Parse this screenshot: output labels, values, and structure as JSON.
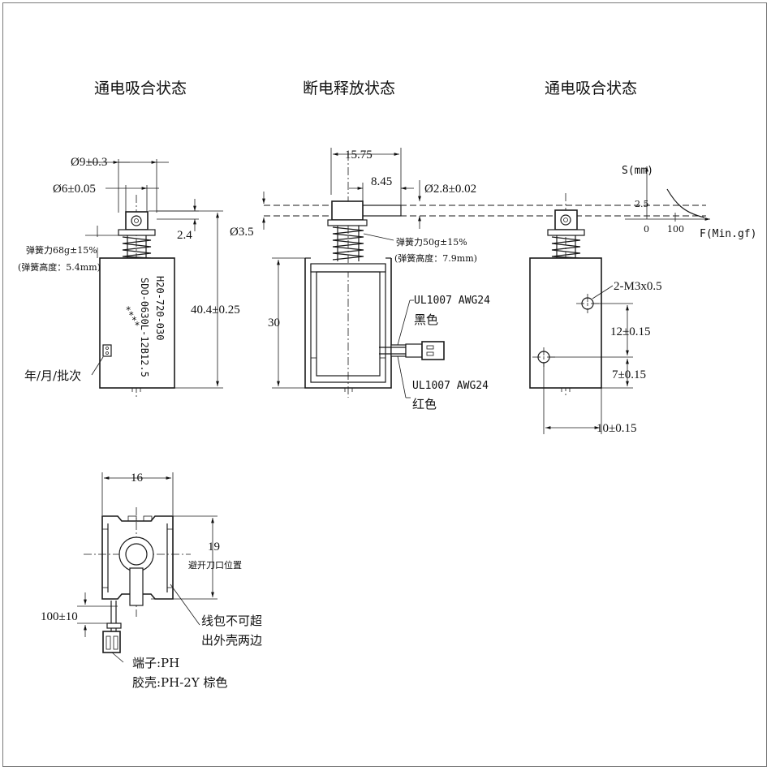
{
  "titles": {
    "left": "通电吸合状态",
    "center": "断电释放状态",
    "right": "通电吸合状态"
  },
  "left_view": {
    "dia_outer": "Ø9±0.3",
    "dia_inner": "Ø6±0.05",
    "dim_stroke": "2.4",
    "dim_length": "40.4±0.25",
    "spring_force": "弹簧力68g±15%",
    "spring_height": "(弹簧高度：5.4mm)",
    "label_line1": "H20-720-030",
    "label_line2": "SDO-0630L-12B12.5",
    "label_stars": "****",
    "date_batch": "年/月/批次"
  },
  "center_view": {
    "dim_top": "15.75",
    "dim_mid": "8.45",
    "dia_pin": "Ø2.8±0.02",
    "dia_plunger": "Ø3.5",
    "dim_height": "30",
    "spring_force": "弹簧力50g±15%",
    "spring_height": "(弹簧高度：7.9mm)",
    "wire_top": "UL1007 AWG24",
    "wire_top_color": "黑色",
    "wire_bottom": "UL1007 AWG24",
    "wire_bottom_color": "红色"
  },
  "right_view": {
    "graph_y": "S(mm)",
    "graph_x": "F(Min.gf)",
    "tick_25": "2.5",
    "tick_0": "0",
    "tick_100": "100",
    "holes": "2-M3x0.5",
    "dim_12": "12±0.15",
    "dim_7": "7±0.15",
    "dim_10": "10±0.15"
  },
  "bottom_view": {
    "dim_width": "16",
    "dim_19": "19",
    "groove_note": "避开刀口位置",
    "dim_wire": "100±10",
    "coil_note_1": "线包不可超",
    "coil_note_2": "出外壳两边",
    "terminal": "端子:PH",
    "housing": "胶壳:PH-2Y 棕色"
  }
}
